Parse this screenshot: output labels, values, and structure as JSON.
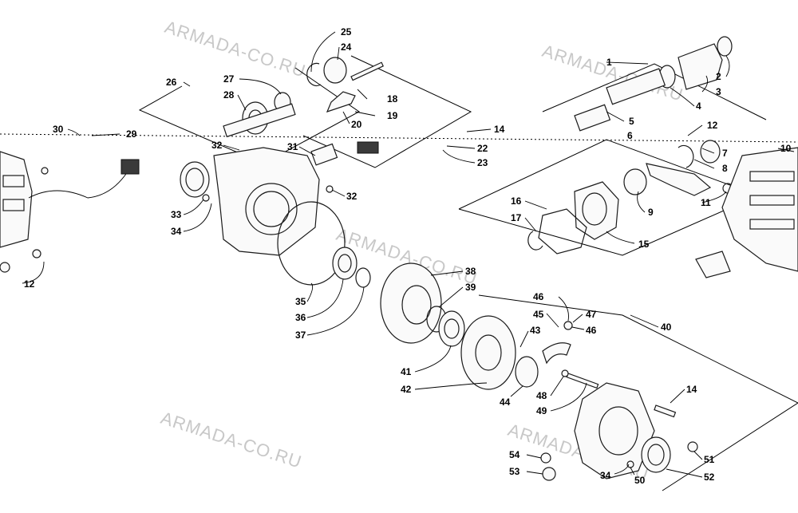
{
  "diagram": {
    "watermark_text": "ARMADA-CO.RU",
    "callouts": [
      "1",
      "2",
      "3",
      "4",
      "5",
      "6",
      "7",
      "8",
      "9",
      "10",
      "11",
      "12",
      "14",
      "15",
      "16",
      "17",
      "18",
      "19",
      "20",
      "22",
      "23",
      "24",
      "25",
      "26",
      "27",
      "28",
      "29",
      "30",
      "31",
      "32",
      "33",
      "34",
      "35",
      "36",
      "37",
      "38",
      "39",
      "40",
      "41",
      "42",
      "43",
      "44",
      "45",
      "46",
      "47",
      "48",
      "49",
      "50",
      "51",
      "52",
      "53",
      "54"
    ]
  }
}
